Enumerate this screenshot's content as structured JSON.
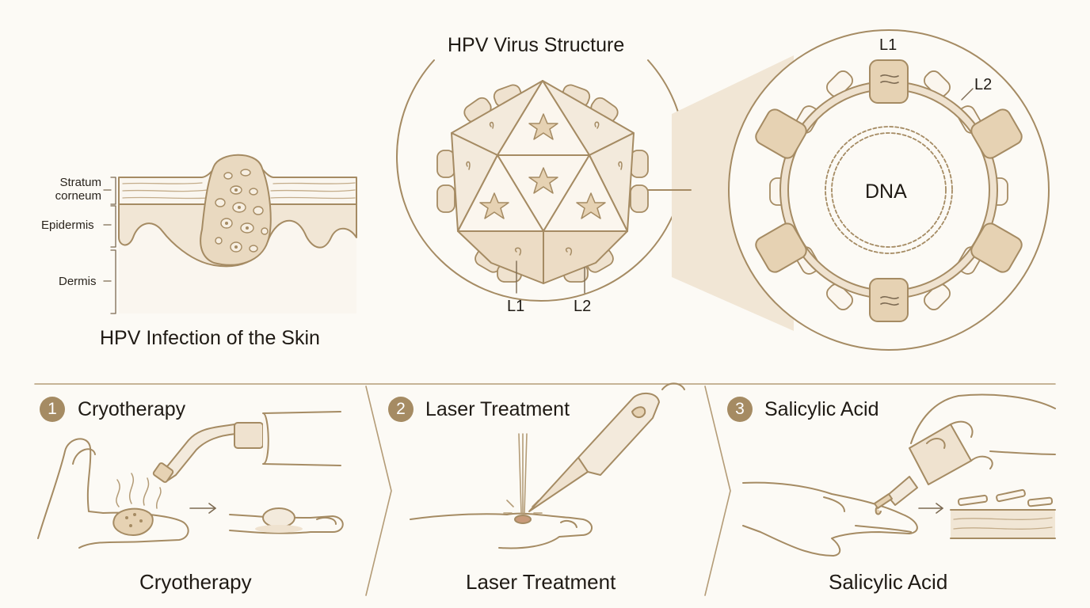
{
  "skin": {
    "title": "HPV Infection of the Skin",
    "layers": {
      "stratum_corneum": "Stratum\ncorneum",
      "epidermis": "Epidermis",
      "dermis": "Dermis"
    }
  },
  "virus": {
    "title": "HPV Virus Structure",
    "labels": {
      "l1_bottom": "L1",
      "l2_bottom": "L2",
      "l1_top": "L1",
      "l2_right": "L2",
      "dna": "DNA"
    }
  },
  "treatments": [
    {
      "number": "1",
      "heading": "Cryotherapy",
      "caption": "Cryotherapy"
    },
    {
      "number": "2",
      "heading": "Laser Treatment",
      "caption": "Laser Treatment"
    },
    {
      "number": "3",
      "heading": "Salicylic Acid",
      "caption": "Salicylic Acid"
    }
  ],
  "colors": {
    "background": "#fcfaf5",
    "line": "#a58b63",
    "fill": "#efe2cf",
    "badge": "#a58b63"
  }
}
